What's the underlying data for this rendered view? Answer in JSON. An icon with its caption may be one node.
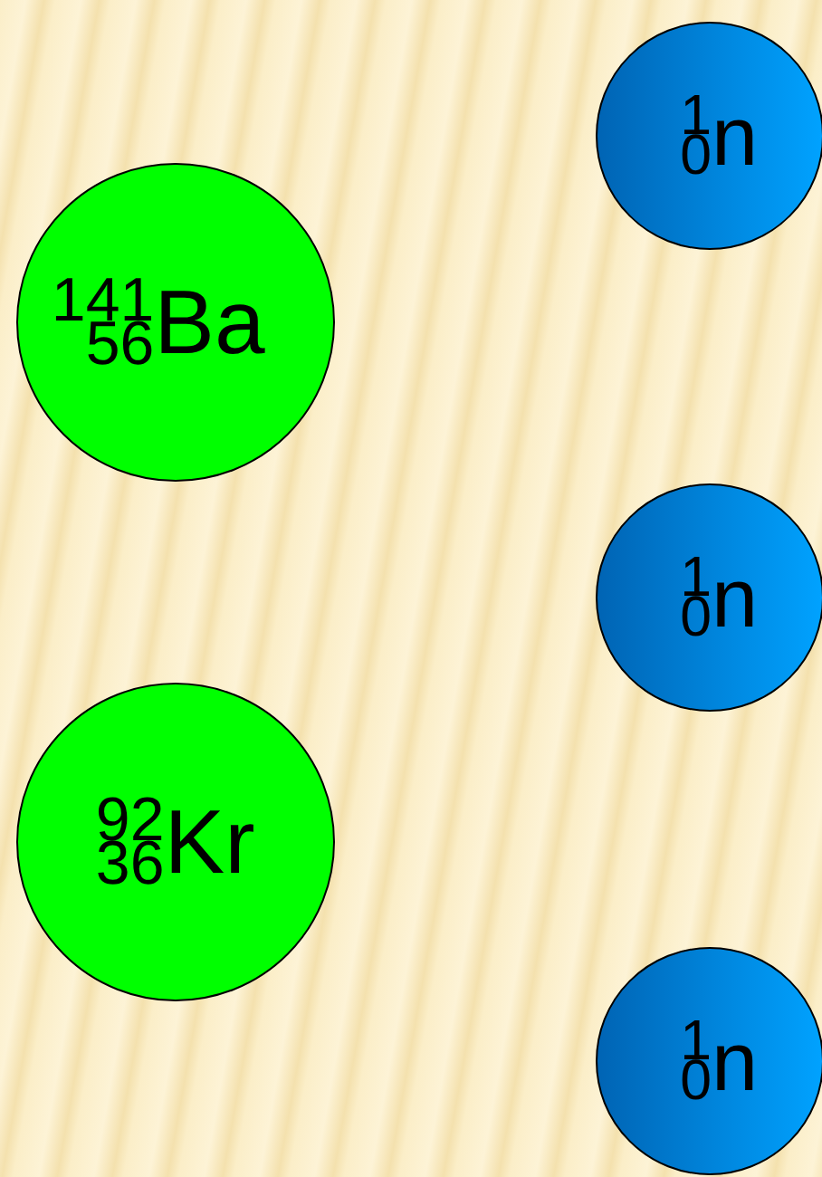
{
  "diagram": {
    "nodes": [
      {
        "text": [
          "$^{1}$$_{0}$n"
        ]
      },
      {
        "text": [
          "$^{141}$$_{56}$Ba"
        ]
      },
      {
        "text": [
          "$^{1}$$_{0}$n"
        ]
      },
      {
        "text": [
          "$^{92}$$_{36}$Kr"
        ]
      },
      {
        "text": [
          "$^{1}$$_{0}$n"
        ]
      }
    ],
    "edges": []
  }
}
